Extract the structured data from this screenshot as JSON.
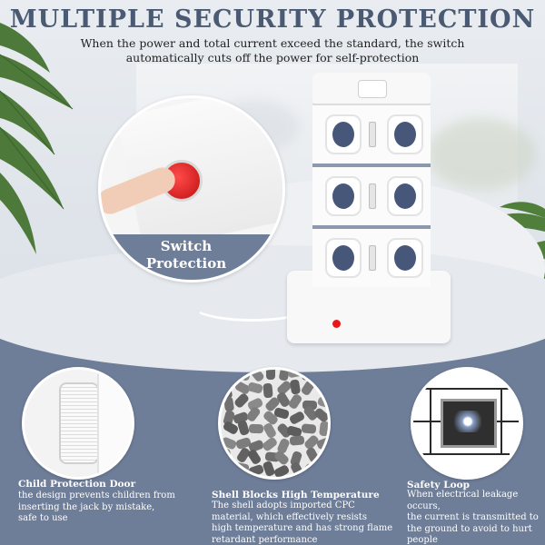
{
  "header": {
    "title": "MULTIPLE SECURITY PROTECTION",
    "subtitle_line1": "When the power and total current exceed the standard, the switch",
    "subtitle_line2": "automatically cuts off the power for self-protection"
  },
  "switch_callout": {
    "label_line1": "Switch",
    "label_line2": "Protection"
  },
  "features": [
    {
      "title": "Child Protection Door",
      "lines": [
        "the design prevents children from",
        "inserting the jack by mistake,",
        "safe to use"
      ],
      "icon": "child-protection-door-icon"
    },
    {
      "title": "Shell Blocks High Temperature",
      "lines": [
        "The shell adopts imported CPC",
        "material, which effectively resists",
        "high temperature and has strong flame",
        "retardant performance"
      ],
      "icon": "cpc-pellets-icon"
    },
    {
      "title": "Safety Loop",
      "lines": [
        "When electrical leakage occurs,",
        "the current is transmitted to",
        "the ground to avoid to hurt people"
      ],
      "icon": "circuit-chip-icon"
    }
  ],
  "colors": {
    "navy": "#6e7d98",
    "title": "#4a5a72",
    "outlet": "#46577a",
    "switch_red": "#e81818"
  }
}
